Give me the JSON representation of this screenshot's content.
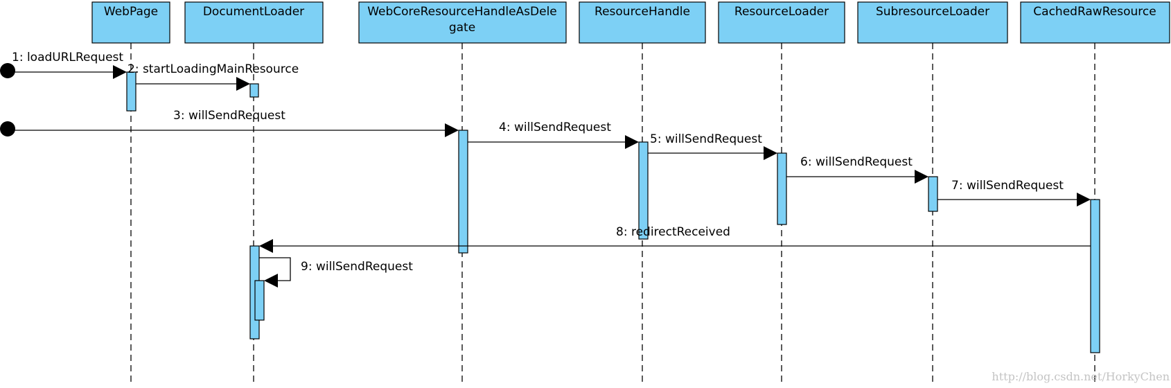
{
  "participants": [
    {
      "id": "webpage",
      "lines": [
        "WebPage"
      ]
    },
    {
      "id": "documentloader",
      "lines": [
        "DocumentLoader"
      ]
    },
    {
      "id": "webcore",
      "lines": [
        "WebCoreResourceHandleAsDele",
        "gate"
      ]
    },
    {
      "id": "resourcehandle",
      "lines": [
        "ResourceHandle"
      ]
    },
    {
      "id": "resourceloader",
      "lines": [
        "ResourceLoader"
      ]
    },
    {
      "id": "subresourceloader",
      "lines": [
        "SubresourceLoader"
      ]
    },
    {
      "id": "cachedrawresource",
      "lines": [
        "CachedRawResource"
      ]
    }
  ],
  "messages": [
    {
      "number": 1,
      "label": "1: loadURLRequest",
      "from": "found",
      "to": "webpage"
    },
    {
      "number": 2,
      "label": "2: startLoadingMainResource",
      "from": "webpage",
      "to": "documentloader"
    },
    {
      "number": 3,
      "label": "3: willSendRequest",
      "from": "found",
      "to": "webcore"
    },
    {
      "number": 4,
      "label": "4: willSendRequest",
      "from": "webcore",
      "to": "resourcehandle"
    },
    {
      "number": 5,
      "label": "5: willSendRequest",
      "from": "resourcehandle",
      "to": "resourceloader"
    },
    {
      "number": 6,
      "label": "6: willSendRequest",
      "from": "resourceloader",
      "to": "subresourceloader"
    },
    {
      "number": 7,
      "label": "7: willSendRequest",
      "from": "subresourceloader",
      "to": "cachedrawresource"
    },
    {
      "number": 8,
      "label": "8: redirectReceived",
      "from": "cachedrawresource",
      "to": "documentloader"
    },
    {
      "number": 9,
      "label": "9: willSendRequest",
      "from": "documentloader",
      "to": "documentloader"
    }
  ],
  "watermark": "http://blog.csdn.net/HorkyChen"
}
